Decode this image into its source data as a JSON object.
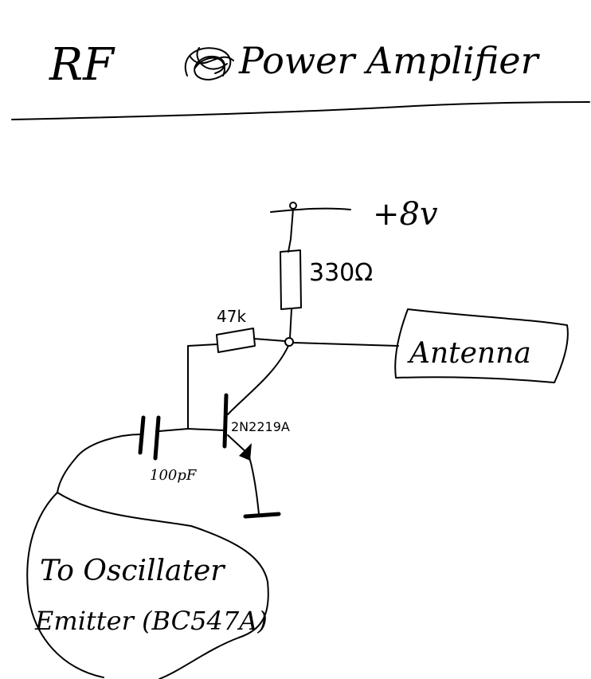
{
  "title": {
    "rf": "RF",
    "main": "Power Amplifier"
  },
  "circuit": {
    "supply_label": "+8v",
    "collector_resistor_label": "330Ω",
    "bias_resistor_label": "47k",
    "transistor_label": "2N2219A",
    "capacitor_label": "100pF",
    "antenna_label": "Antenna",
    "input_note_line1": "To Oscillater",
    "input_note_line2": "Emitter (BC547A)"
  },
  "colors": {
    "ink": "#000000",
    "paper": "#ffffff"
  }
}
